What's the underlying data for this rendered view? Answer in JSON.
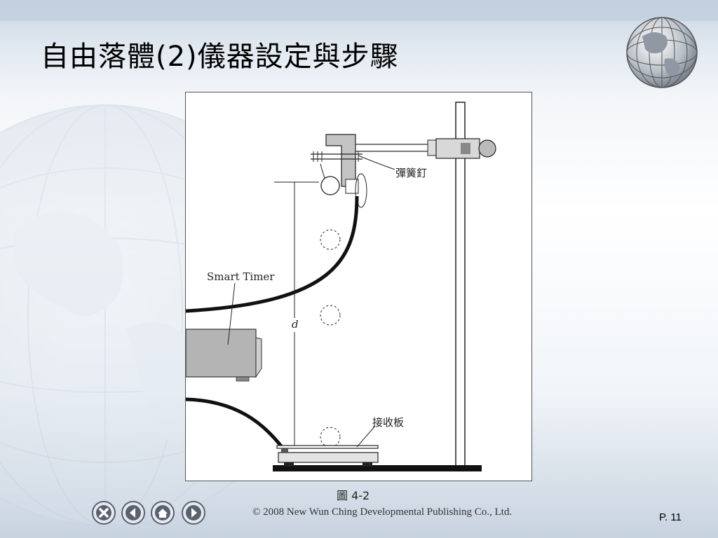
{
  "slide": {
    "title": "自由落體(2)儀器設定與步驟",
    "page_number": "P. 11"
  },
  "figure": {
    "caption": "圖 4-2",
    "labels": {
      "spring_clip": "彈簧釘",
      "smart_timer": "Smart Timer",
      "distance": "d",
      "receiver_plate": "接收板"
    }
  },
  "footer": {
    "copyright": "© 2008 New Wun Ching Developmental Publishing Co., Ltd."
  },
  "nav": {
    "buttons": [
      "close",
      "previous",
      "home",
      "next"
    ]
  },
  "colors": {
    "title": "#000000",
    "nav_button": "#5a6270",
    "nav_accent": "#ffffff"
  }
}
